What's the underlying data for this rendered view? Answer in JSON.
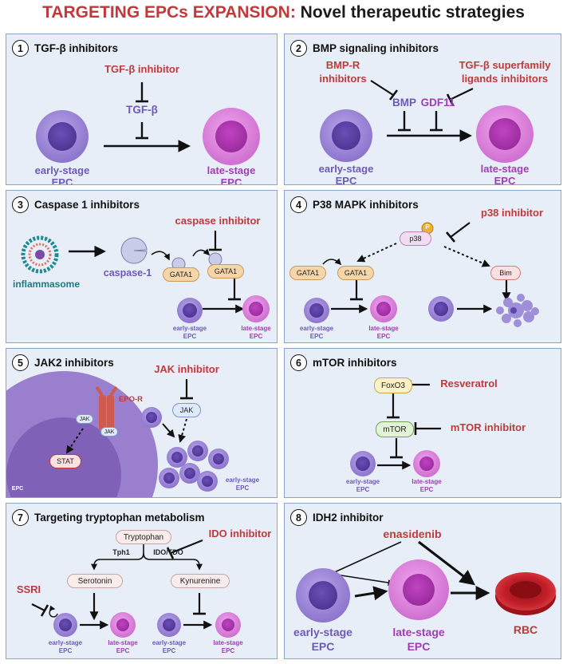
{
  "title": {
    "part1": "TARGETING EPCs EXPANSION:",
    "part2": "Novel therapeutic strategies"
  },
  "panels": [
    {
      "num": "1",
      "title": "TGF-β inhibitors",
      "inhibitor": "TGF-β inhibitor",
      "target": "TGF-β",
      "early": [
        "early-stage",
        "EPC"
      ],
      "late": [
        "late-stage",
        "EPC"
      ]
    },
    {
      "num": "2",
      "title": "BMP signaling inhibitors",
      "inhibitor1": [
        "BMP-R",
        "inhibitors"
      ],
      "inhibitor2": [
        "TGF-β superfamily",
        "ligands inhibitors"
      ],
      "target1": "BMP",
      "target2": "GDF11",
      "early": [
        "early-stage",
        "EPC"
      ],
      "late": [
        "late-stage",
        "EPC"
      ]
    },
    {
      "num": "3",
      "title": "Caspase 1 inhibitors",
      "inhibitor": "caspase inhibitor",
      "caspase": "caspase-1",
      "inflammasome": "inflammasome",
      "gata": "GATA1",
      "early": [
        "early-stage",
        "EPC"
      ],
      "late": [
        "late-stage",
        "EPC"
      ]
    },
    {
      "num": "4",
      "title": "P38 MAPK inhibitors",
      "inhibitor": "p38 inhibitor",
      "p38": "p38",
      "phospho": "P",
      "gata": "GATA1",
      "bim": "Bim",
      "early": [
        "early-stage",
        "EPC"
      ],
      "late": [
        "late-stage",
        "EPC"
      ]
    },
    {
      "num": "5",
      "title": "JAK2 inhibitors",
      "inhibitor": "JAK inhibitor",
      "jak": "JAK",
      "epor": "EPO-R",
      "stat": "STAT",
      "epc": "EPC",
      "early": [
        "early-stage",
        "EPC"
      ]
    },
    {
      "num": "6",
      "title": "mTOR inhibitors",
      "foxo": "FoxO3",
      "resveratrol": "Resveratrol",
      "mtor": "mTOR",
      "inhibitor": "mTOR inhibitor",
      "early": [
        "early-stage",
        "EPC"
      ],
      "late": [
        "late-stage",
        "EPC"
      ]
    },
    {
      "num": "7",
      "title": "Targeting tryptophan metabolism",
      "inhibitor": "IDO inhibitor",
      "tryptophan": "Tryptophan",
      "tph1": "Tph1",
      "ido": "IDO/TDO",
      "serotonin": "Serotonin",
      "kynurenine": "Kynurenine",
      "ssri": "SSRI",
      "early": [
        "early-stage",
        "EPC"
      ],
      "late": [
        "late-stage",
        "EPC"
      ]
    },
    {
      "num": "8",
      "title": "IDH2 inhibitor",
      "drug": "enasidenib",
      "early": [
        "early-stage",
        "EPC"
      ],
      "late": [
        "late-stage",
        "EPC"
      ],
      "rbc": "RBC"
    }
  ],
  "colors": {
    "panel_bg": "#e7eef8",
    "panel_border": "#8aa3c8",
    "accent_red": "#c0393b",
    "early_cell": "#9a83d6",
    "late_cell": "#d77ad6",
    "rbc": "#c8202a"
  }
}
